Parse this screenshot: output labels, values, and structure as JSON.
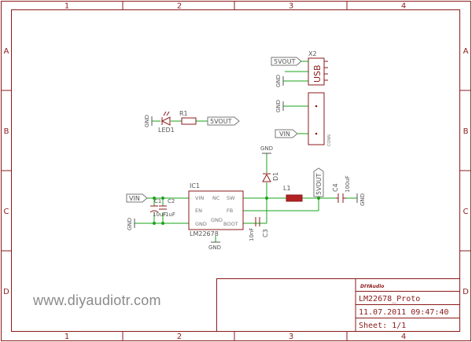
{
  "frame": {
    "columns": [
      "1",
      "2",
      "3",
      "4"
    ],
    "rows": [
      "A",
      "B",
      "C",
      "D"
    ]
  },
  "watermark": "www.diyaudiotr.com",
  "title_block": {
    "logo": "DIYAudio",
    "title": "LM22678_Proto",
    "date": "11.07.2011 09:47:40",
    "sheet": "Sheet: 1/1"
  },
  "labels": {
    "usb_net": "5VOUT",
    "usb_ref": "X2",
    "usb_name": "USB",
    "usb_gnd": "GND",
    "conn_gnd": "GND",
    "conn_vin": "VIN",
    "conn_name": "CONN",
    "led_gnd": "GND",
    "led_ref": "LED1",
    "r1_ref": "R1",
    "led_net": "5VOUT",
    "diode_gnd": "GND",
    "diode_ref": "D1",
    "ic_ref": "IC1",
    "ic_name": "LM22678",
    "pin_vin": "VIN",
    "pin_en": "EN",
    "pin_gnd": "GND",
    "pin_nc": "NC",
    "pin_gnd2": "GND",
    "pin_sw": "SW",
    "pin_fb": "FB",
    "pin_boot": "BOOT",
    "vin_in": "VIN",
    "c1_ref": "C1",
    "c1_val": "10uF",
    "c2_ref": "C2",
    "c2_val": "1uF",
    "left_gnd": "GND",
    "ic_gnd": "GND",
    "l1_ref": "L1",
    "out_net": "5VOUT",
    "c4_ref": "C4",
    "c4_val": "100uF",
    "c4_gnd": "GND",
    "c3_ref": "C3",
    "c3_val": "10nF"
  },
  "colors": {
    "frame": "#8b1a1a",
    "wire": "#1aa31a",
    "part": "#8b1a1a",
    "text": "#555555",
    "label_fill": "#ffffff",
    "label_stroke": "#777777"
  }
}
